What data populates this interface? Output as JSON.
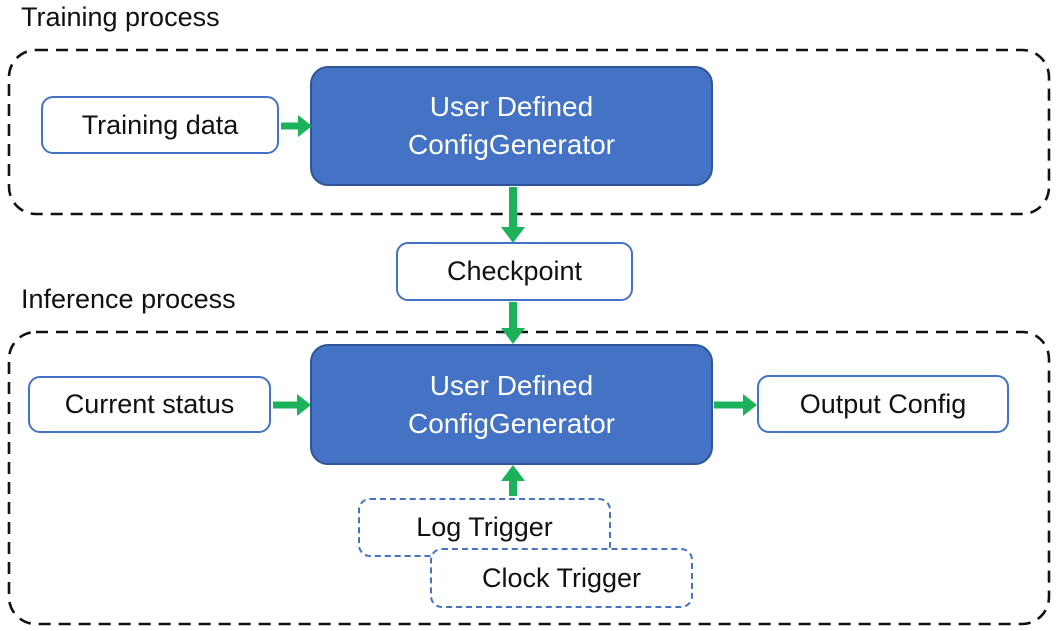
{
  "colors": {
    "generator_fill": "#4472C4",
    "generator_border": "#2F5597",
    "light_box_border": "#4472C4",
    "arrow_green": "#1CB25B",
    "outline_black": "#111111",
    "text_black": "#111111",
    "text_white": "#FFFFFF"
  },
  "training_section": {
    "label": "Training process",
    "input_box": {
      "label": "Training data"
    },
    "generator_box": {
      "line1": "User Defined",
      "line2": "ConfigGenerator"
    }
  },
  "checkpoint_box": {
    "label": "Checkpoint"
  },
  "inference_section": {
    "label": "Inference process",
    "input_box": {
      "label": "Current status"
    },
    "generator_box": {
      "line1": "User Defined",
      "line2": "ConfigGenerator"
    },
    "output_box": {
      "label": "Output Config"
    },
    "log_trigger_box": {
      "label": "Log Trigger"
    },
    "clock_trigger_box": {
      "label": "Clock Trigger"
    }
  },
  "arrows": [
    {
      "name": "training-data-to-generator",
      "direction": "right"
    },
    {
      "name": "generator-to-checkpoint",
      "direction": "down"
    },
    {
      "name": "checkpoint-to-inference-generator",
      "direction": "down"
    },
    {
      "name": "current-status-to-generator",
      "direction": "right"
    },
    {
      "name": "generator-to-output-config",
      "direction": "right"
    },
    {
      "name": "triggers-to-generator",
      "direction": "up"
    }
  ]
}
